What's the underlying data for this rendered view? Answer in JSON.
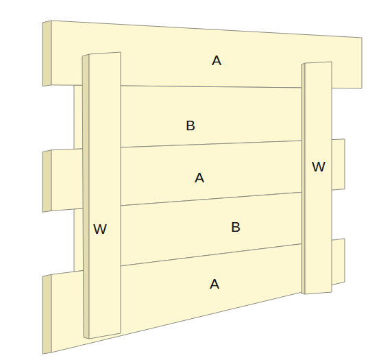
{
  "diagram": {
    "labels": [
      "A",
      "B",
      "W",
      "A",
      "B",
      "W",
      "A"
    ]
  }
}
